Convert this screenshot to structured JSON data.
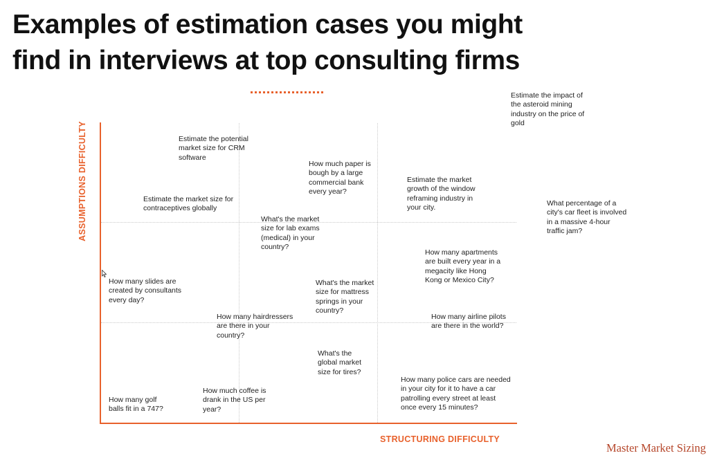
{
  "title": {
    "line1": "Examples of estimation cases you might",
    "line2": "find in interviews at top consulting firms"
  },
  "axes": {
    "y_label": "ASSUMPTIONS DIFFICULTY",
    "x_label": "STRUCTURING DIFFICULTY"
  },
  "cases": {
    "c1": "Estimate the impact of the asteroid mining industry on the price of gold",
    "c2": "Estimate the potential market size for CRM software",
    "c3": "How much paper is bough by a large commercial bank every year?",
    "c4": "Estimate the market growth of the window reframing industry in your city.",
    "c5": "Estimate the market size for contraceptives globally",
    "c6": "What percentage of a city's car fleet is involved in a massive 4-hour traffic jam?",
    "c7": "What's the market size for lab exams (medical) in your country?",
    "c8": "How many apartments are built every year in a megacity like Hong Kong or Mexico City?",
    "c9": "How many slides are created by consultants every day?",
    "c10": "What's the market size for mattress springs in your country?",
    "c11": "How many hairdressers are there in your country?",
    "c12": "How many airline pilots are there in the world?",
    "c13": "What's the global market size for tires?",
    "c14": "How many police cars are needed in your city for it to have a car patrolling every street at least once every 15 minutes?",
    "c15": "How much coffee is drank in the US per year?",
    "c16": "How many golf balls fit  in a 747?"
  },
  "brand": "Master Market Sizing",
  "colors": {
    "accent": "#e8612c",
    "brand": "#b5462a",
    "text": "#222222",
    "grid": "#c9c9c9"
  }
}
